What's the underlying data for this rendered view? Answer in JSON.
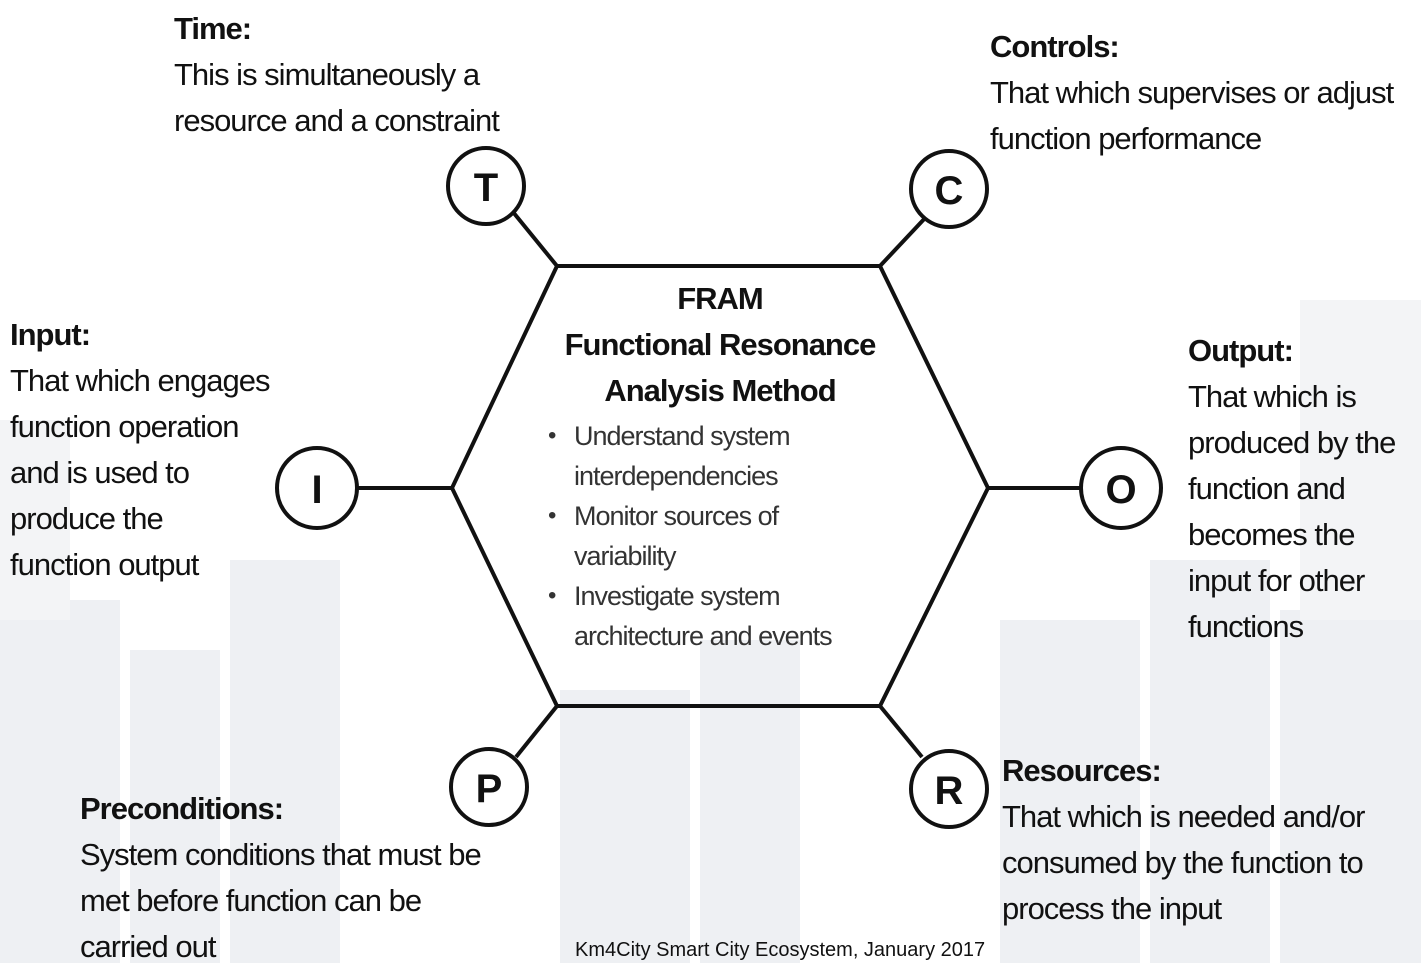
{
  "diagram": {
    "center": {
      "title_1": "FRAM",
      "title_2": "Functional Resonance",
      "title_3": "Analysis Method",
      "bullets": [
        {
          "line_1": "Understand system",
          "line_2": "interdependencies"
        },
        {
          "line_1": "Monitor sources of",
          "line_2": "variability"
        },
        {
          "line_1": "Investigate system",
          "line_2": "architecture and events"
        }
      ]
    },
    "aspects": {
      "time": {
        "letter": "T",
        "heading": "Time:",
        "lines": [
          "This is simultaneously a",
          "resource and a constraint"
        ]
      },
      "controls": {
        "letter": "C",
        "heading": "Controls:",
        "lines": [
          "That which supervises or adjust",
          "function performance"
        ]
      },
      "input": {
        "letter": "I",
        "heading": "Input:",
        "lines": [
          "That which engages",
          "function operation",
          "and is used to",
          "produce the",
          "function output"
        ]
      },
      "output": {
        "letter": "O",
        "heading": "Output:",
        "lines": [
          "That which is",
          "produced by the",
          "function and",
          "becomes the",
          "input for other",
          "functions"
        ]
      },
      "preconditions": {
        "letter": "P",
        "heading": "Preconditions:",
        "lines": [
          "System conditions that must be",
          "met before function can be",
          "carried out"
        ]
      },
      "resources": {
        "letter": "R",
        "heading": "Resources:",
        "lines": [
          "That which is needed and/or",
          "consumed by the function to",
          "process the input"
        ]
      }
    },
    "footer": "Km4City Smart City Ecosystem, January 2017",
    "colors": {
      "stroke": "#111111",
      "text": "#111111",
      "background_city": "#e9eaee"
    }
  }
}
